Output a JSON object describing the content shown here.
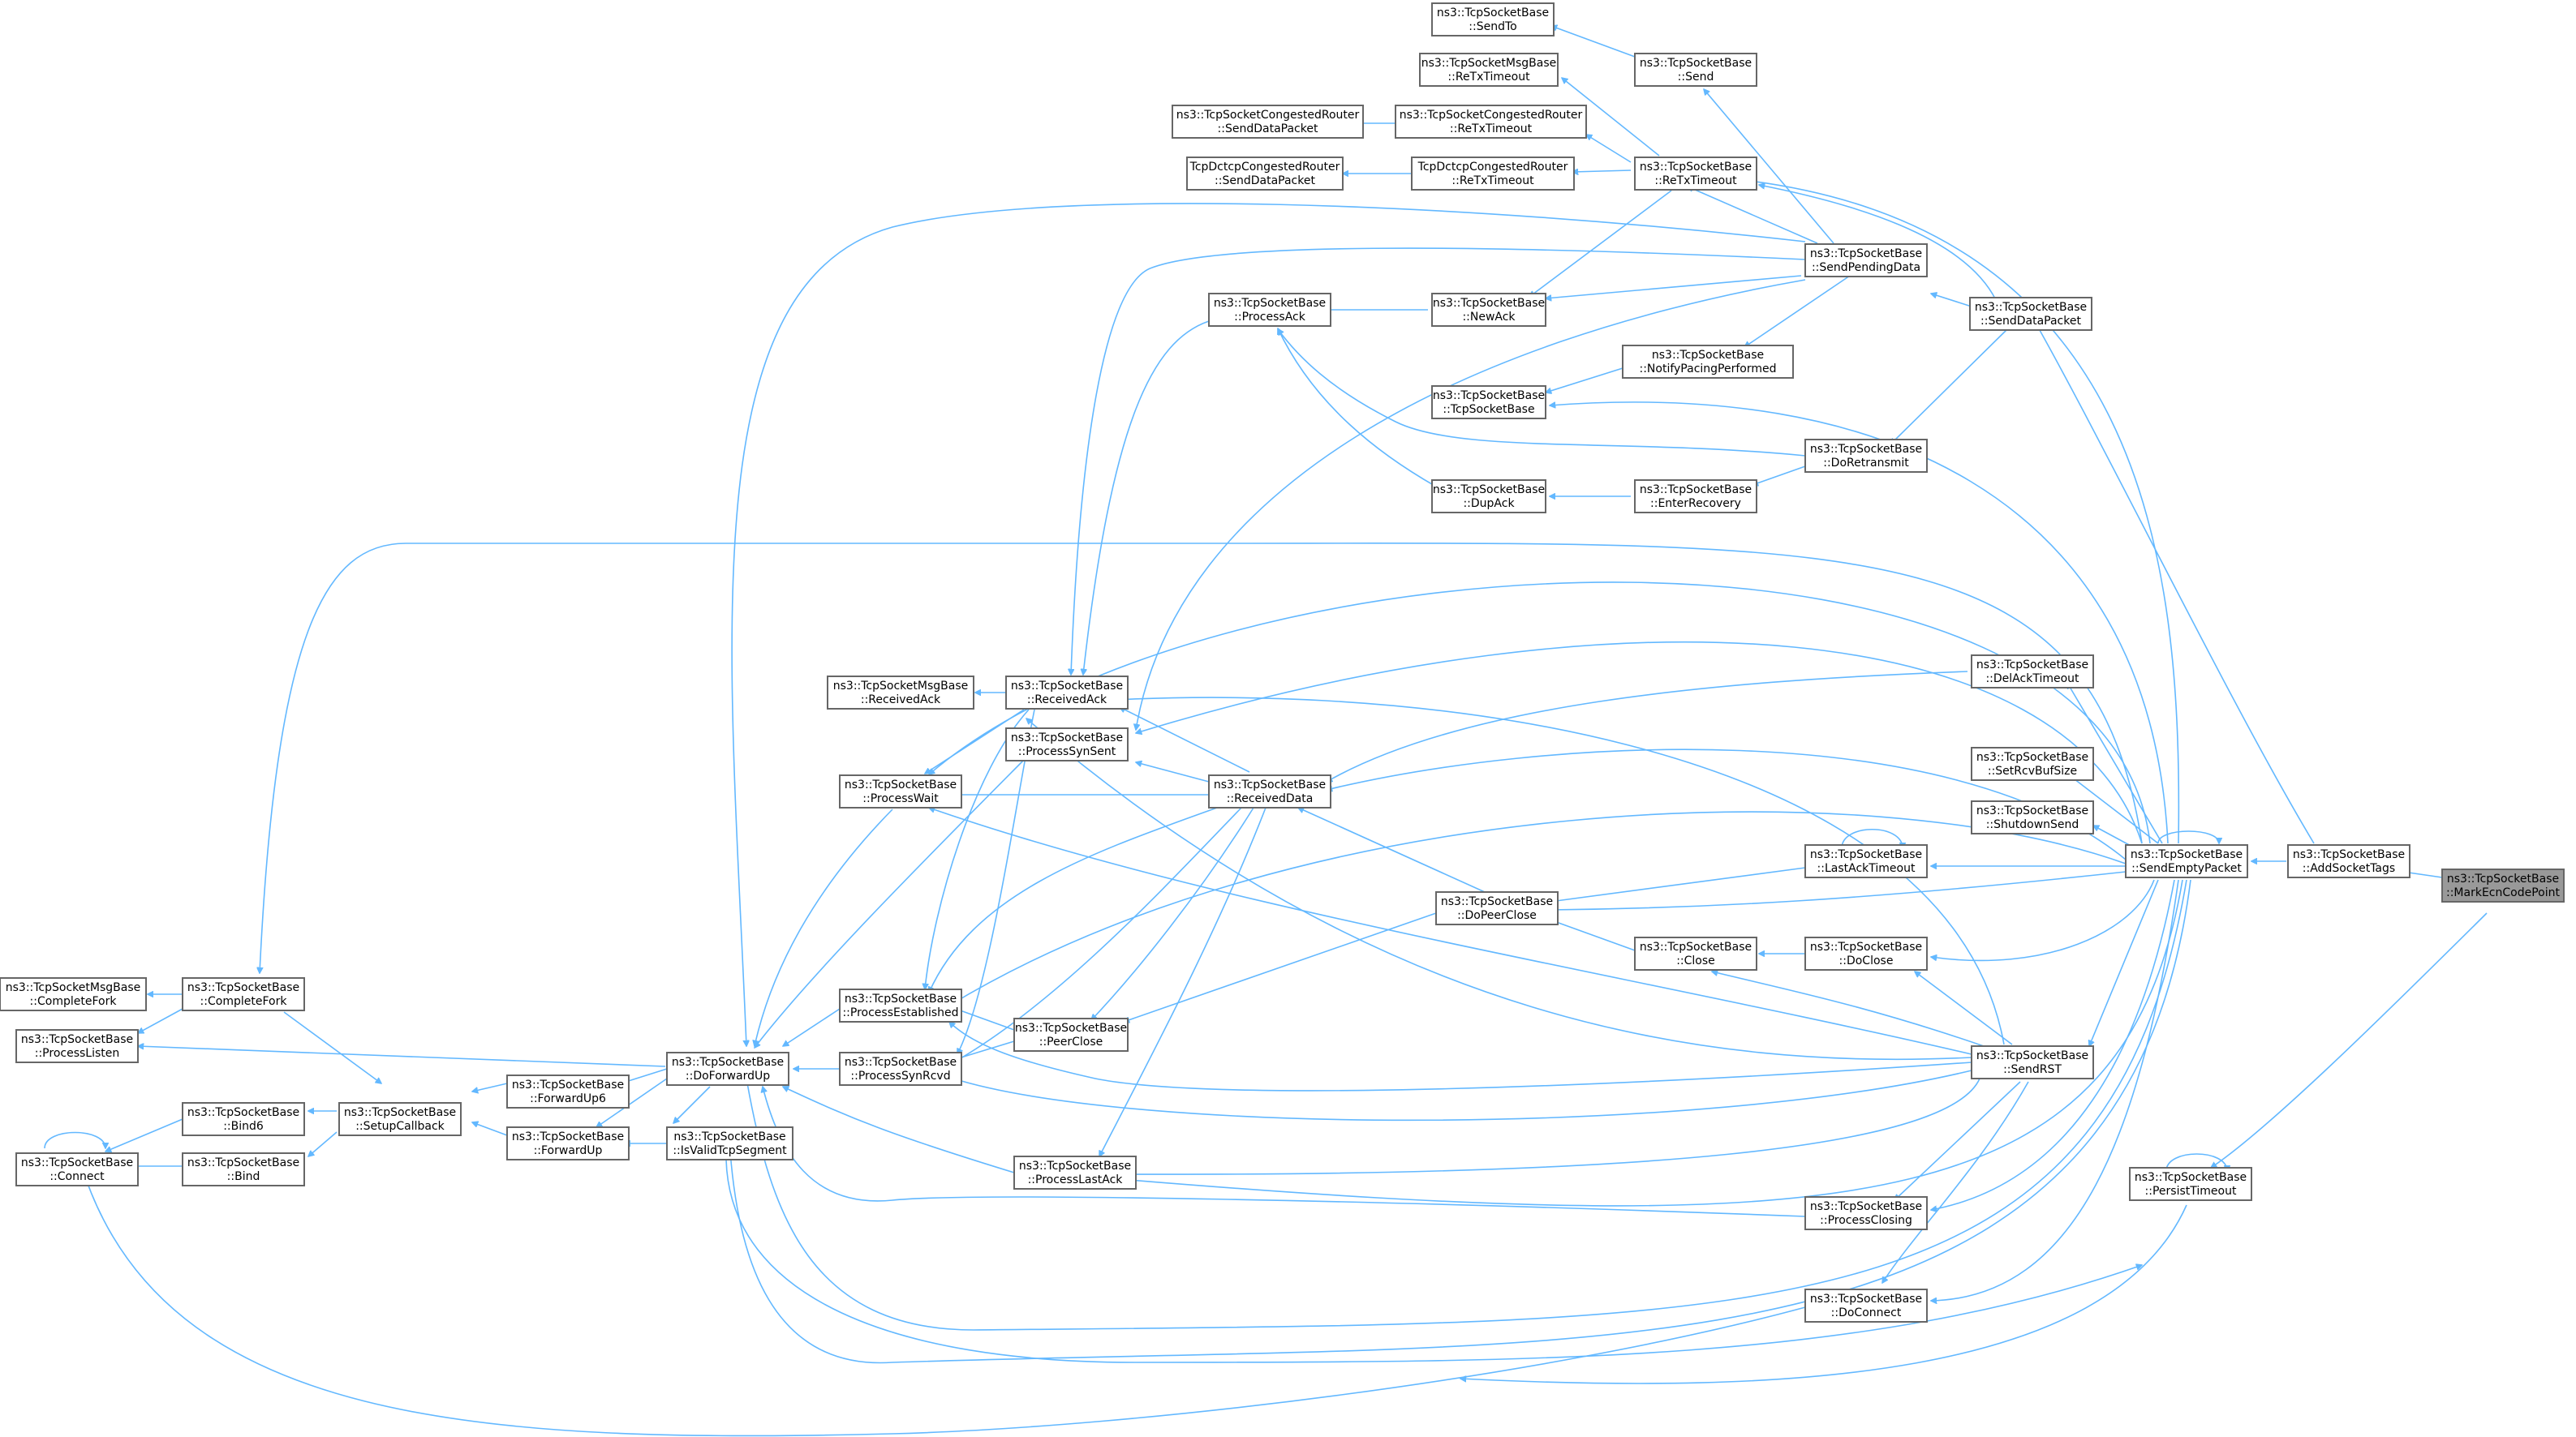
{
  "graph": {
    "root": "mark-ecn",
    "nodes": [
      {
        "id": "mark-ecn",
        "line1": "ns3::TcpSocketBase",
        "line2": "::MarkEcnCodePoint",
        "current": true
      },
      {
        "id": "add-socket-tags",
        "line1": "ns3::TcpSocketBase",
        "line2": "::AddSocketTags"
      },
      {
        "id": "persist-timeout",
        "line1": "ns3::TcpSocketBase",
        "line2": "::PersistTimeout"
      },
      {
        "id": "send-empty-packet",
        "line1": "ns3::TcpSocketBase",
        "line2": "::SendEmptyPacket"
      },
      {
        "id": "send-data-packet",
        "line1": "ns3::TcpSocketBase",
        "line2": "::SendDataPacket"
      },
      {
        "id": "send-pending-data",
        "line1": "ns3::TcpSocketBase",
        "line2": "::SendPendingData"
      },
      {
        "id": "retx-timeout",
        "line1": "ns3::TcpSocketBase",
        "line2": "::ReTxTimeout"
      },
      {
        "id": "send",
        "line1": "ns3::TcpSocketBase",
        "line2": "::Send"
      },
      {
        "id": "send-to",
        "line1": "ns3::TcpSocketBase",
        "line2": "::SendTo"
      },
      {
        "id": "msg-retx",
        "line1": "ns3::TcpSocketMsgBase",
        "line2": "::ReTxTimeout"
      },
      {
        "id": "congested-retx",
        "line1": "ns3::TcpSocketCongestedRouter",
        "line2": "::ReTxTimeout"
      },
      {
        "id": "congested-send",
        "line1": "ns3::TcpSocketCongestedRouter",
        "line2": "::SendDataPacket"
      },
      {
        "id": "dctcp-retx",
        "line1": "TcpDctcpCongestedRouter",
        "line2": "::ReTxTimeout"
      },
      {
        "id": "dctcp-send",
        "line1": "TcpDctcpCongestedRouter",
        "line2": "::SendDataPacket"
      },
      {
        "id": "new-ack",
        "line1": "ns3::TcpSocketBase",
        "line2": "::NewAck"
      },
      {
        "id": "process-ack",
        "line1": "ns3::TcpSocketBase",
        "line2": "::ProcessAck"
      },
      {
        "id": "notify-pacing",
        "line1": "ns3::TcpSocketBase",
        "line2": "::NotifyPacingPerformed"
      },
      {
        "id": "tcp-socket-base",
        "line1": "ns3::TcpSocketBase",
        "line2": "::TcpSocketBase"
      },
      {
        "id": "do-retransmit",
        "line1": "ns3::TcpSocketBase",
        "line2": "::DoRetransmit"
      },
      {
        "id": "dup-ack",
        "line1": "ns3::TcpSocketBase",
        "line2": "::DupAck"
      },
      {
        "id": "enter-recovery",
        "line1": "ns3::TcpSocketBase",
        "line2": "::EnterRecovery"
      },
      {
        "id": "del-ack-timeout",
        "line1": "ns3::TcpSocketBase",
        "line2": "::DelAckTimeout"
      },
      {
        "id": "set-rcv-buf",
        "line1": "ns3::TcpSocketBase",
        "line2": "::SetRcvBufSize"
      },
      {
        "id": "shutdown-send",
        "line1": "ns3::TcpSocketBase",
        "line2": "::ShutdownSend"
      },
      {
        "id": "last-ack-timeout",
        "line1": "ns3::TcpSocketBase",
        "line2": "::LastAckTimeout"
      },
      {
        "id": "do-close",
        "line1": "ns3::TcpSocketBase",
        "line2": "::DoClose"
      },
      {
        "id": "send-rst",
        "line1": "ns3::TcpSocketBase",
        "line2": "::SendRST"
      },
      {
        "id": "process-closing",
        "line1": "ns3::TcpSocketBase",
        "line2": "::ProcessClosing"
      },
      {
        "id": "do-connect",
        "line1": "ns3::TcpSocketBase",
        "line2": "::DoConnect"
      },
      {
        "id": "msg-received-ack",
        "line1": "ns3::TcpSocketMsgBase",
        "line2": "::ReceivedAck"
      },
      {
        "id": "received-ack",
        "line1": "ns3::TcpSocketBase",
        "line2": "::ReceivedAck"
      },
      {
        "id": "process-syn-sent",
        "line1": "ns3::TcpSocketBase",
        "line2": "::ProcessSynSent"
      },
      {
        "id": "process-wait",
        "line1": "ns3::TcpSocketBase",
        "line2": "::ProcessWait"
      },
      {
        "id": "received-data",
        "line1": "ns3::TcpSocketBase",
        "line2": "::ReceivedData"
      },
      {
        "id": "do-peer-close",
        "line1": "ns3::TcpSocketBase",
        "line2": "::DoPeerClose"
      },
      {
        "id": "close",
        "line1": "ns3::TcpSocketBase",
        "line2": "::Close"
      },
      {
        "id": "process-established",
        "line1": "ns3::TcpSocketBase",
        "line2": "::ProcessEstablished"
      },
      {
        "id": "peer-close",
        "line1": "ns3::TcpSocketBase",
        "line2": "::PeerClose"
      },
      {
        "id": "process-syn-rcvd",
        "line1": "ns3::TcpSocketBase",
        "line2": "::ProcessSynRcvd"
      },
      {
        "id": "process-last-ack",
        "line1": "ns3::TcpSocketBase",
        "line2": "::ProcessLastAck"
      },
      {
        "id": "do-forward-up",
        "line1": "ns3::TcpSocketBase",
        "line2": "::DoForwardUp"
      },
      {
        "id": "is-valid-tcp",
        "line1": "ns3::TcpSocketBase",
        "line2": "::IsValidTcpSegment"
      },
      {
        "id": "forward-up6",
        "line1": "ns3::TcpSocketBase",
        "line2": "::ForwardUp6"
      },
      {
        "id": "forward-up",
        "line1": "ns3::TcpSocketBase",
        "line2": "::ForwardUp"
      },
      {
        "id": "setup-callback",
        "line1": "ns3::TcpSocketBase",
        "line2": "::SetupCallback"
      },
      {
        "id": "complete-fork",
        "line1": "ns3::TcpSocketBase",
        "line2": "::CompleteFork"
      },
      {
        "id": "msg-complete-fork",
        "line1": "ns3::TcpSocketMsgBase",
        "line2": "::CompleteFork"
      },
      {
        "id": "process-listen",
        "line1": "ns3::TcpSocketBase",
        "line2": "::ProcessListen"
      },
      {
        "id": "bind6",
        "line1": "ns3::TcpSocketBase",
        "line2": "::Bind6"
      },
      {
        "id": "bind",
        "line1": "ns3::TcpSocketBase",
        "line2": "::Bind"
      },
      {
        "id": "connect",
        "line1": "ns3::TcpSocketBase",
        "line2": "::Connect"
      }
    ]
  }
}
